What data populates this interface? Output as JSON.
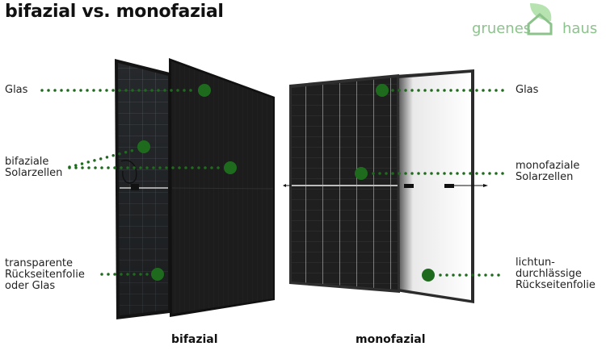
{
  "title": "bifazial vs. monofazial",
  "logo": {
    "left_text": "gruenes",
    "right_text": "haus",
    "icon": "house-leaf-icon",
    "color": "#8cc38c",
    "leaf_color": "#b6e3b0"
  },
  "colors": {
    "marker": "#1e6b1e",
    "panel_dark": "#1a1a1a",
    "panel_back_white": "#f2f2f2",
    "frame": "#333333"
  },
  "left_labels": {
    "glass": "Glas",
    "bifacial_cells": "bifaziale\nSolarzellen",
    "transparent_back": "transparente\nRückseitenfolie\noder Glas"
  },
  "right_labels": {
    "glass": "Glas",
    "monofacial_cells": "monofaziale\nSolarzellen",
    "opaque_back": "lichtun-\ndurchlässige\nRückseitenfolie"
  },
  "captions": {
    "bifacial": "bifazial",
    "monofacial": "monofazial"
  }
}
